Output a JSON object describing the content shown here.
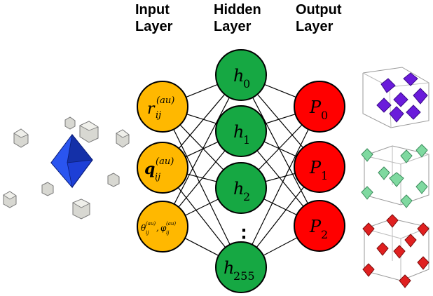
{
  "layers": {
    "input": {
      "title_line1": "Input",
      "title_line2": "Layer"
    },
    "hidden": {
      "title_line1": "Hidden",
      "title_line2": "Layer"
    },
    "output": {
      "title_line1": "Output",
      "title_line2": "Layer"
    }
  },
  "input_nodes": [
    {
      "base": "r",
      "sub": "ij",
      "sup": "(au)",
      "bold": false
    },
    {
      "base": "q",
      "sub": "ij",
      "sup": "(au)",
      "bold": true
    },
    {
      "base": "θ",
      "sub": "ij",
      "sup": "(au)",
      "bold": false,
      "extra_base": "φ",
      "extra_sub": "ij",
      "extra_sup": "(au)"
    }
  ],
  "hidden_nodes": [
    {
      "base": "h",
      "sub": "0"
    },
    {
      "base": "h",
      "sub": "1"
    },
    {
      "base": "h",
      "sub": "2"
    },
    {
      "base": "h",
      "sub": "255"
    }
  ],
  "hidden_ellipsis": "⋮",
  "output_nodes": [
    {
      "base": "P",
      "sub": "0"
    },
    {
      "base": "P",
      "sub": "1"
    },
    {
      "base": "P",
      "sub": "2"
    }
  ],
  "colors": {
    "input_fill": "#FFB800",
    "hidden_fill": "#16A843",
    "output_fill": "#FF0000",
    "center_octahedron": "#1D3FD6",
    "neighbor_crystal": "#D9D9D4",
    "cluster_purple": "#6A1BDB",
    "cluster_green": "#7FD9A0",
    "cluster_red": "#E02020"
  },
  "icons": [
    "atomic-environment-icon",
    "purple-crystal-cluster-icon",
    "green-crystal-cluster-icon",
    "red-crystal-cluster-icon"
  ]
}
